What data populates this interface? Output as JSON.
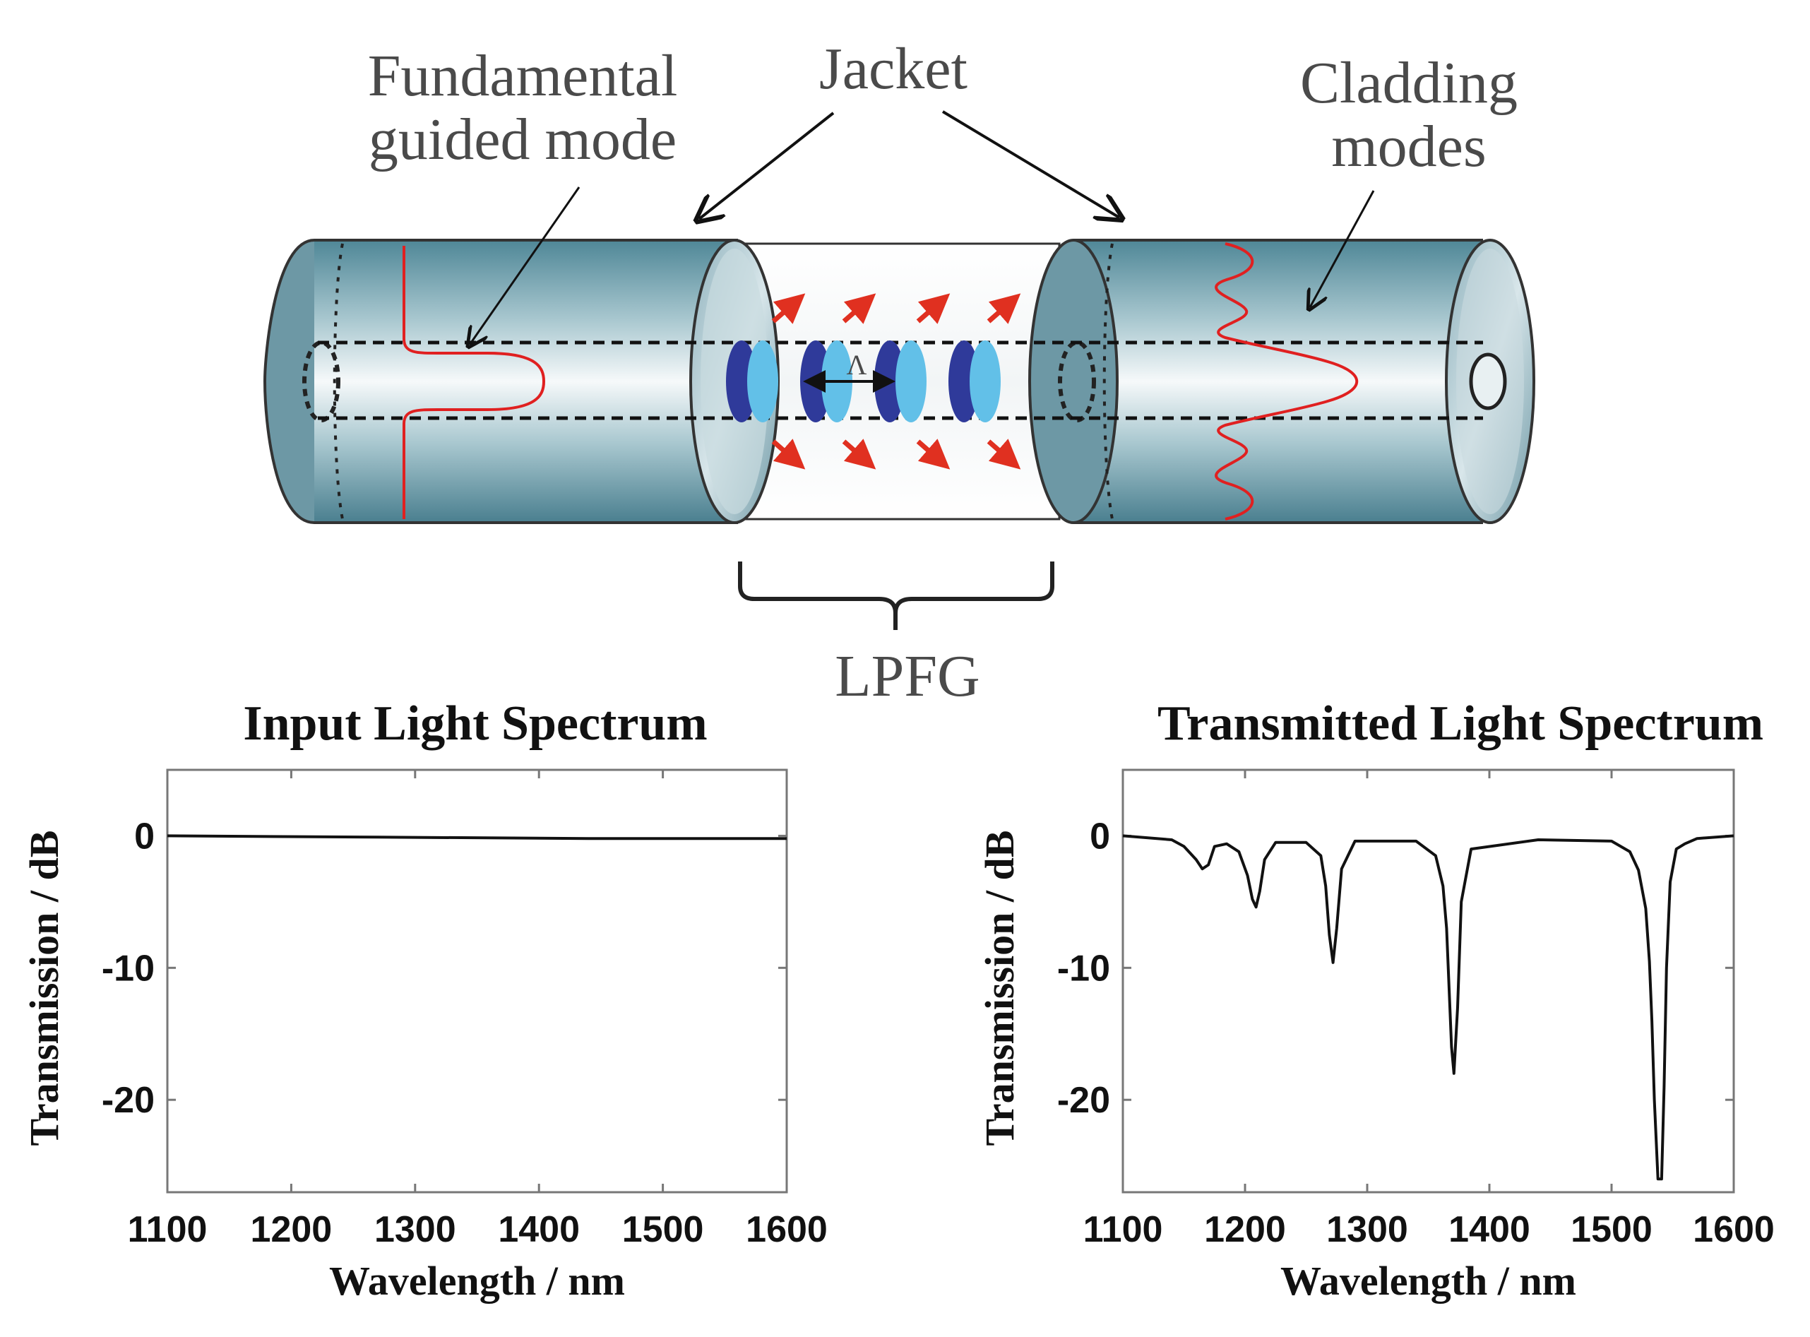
{
  "diagram": {
    "labels": {
      "fundamental_line1": "Fundamental",
      "fundamental_line2": "guided mode",
      "jacket": "Jacket",
      "cladding_line1": "Cladding",
      "cladding_line2": "modes",
      "lpfg": "LPFG",
      "period": "Λ"
    },
    "colors": {
      "tube_fill": "#5f95a5",
      "core_highlight": "#f4f7f8",
      "mode_curve": "#e02020",
      "arrow_red": "#e03020",
      "grating_dark": "#2f3a9a",
      "grating_light": "#62c0e8"
    },
    "icons": [
      "fiber-jacket-left",
      "fiber-jacket-right",
      "exposed-fiber",
      "grating-disks",
      "scatter-arrows"
    ]
  },
  "chart_data": [
    {
      "type": "line",
      "title": "Input Light Spectrum",
      "xlabel": "Wavelength / nm",
      "ylabel": "Transmission / dB",
      "xlim": [
        1100,
        1600
      ],
      "ylim": [
        -27,
        5
      ],
      "xticks": [
        "1100",
        "1200",
        "1300",
        "1400",
        "1500",
        "1600"
      ],
      "yticks": [
        "0",
        "-10",
        "-20"
      ],
      "ytick_values": [
        0,
        -10,
        -20
      ],
      "xtick_values": [
        1100,
        1200,
        1300,
        1400,
        1500,
        1600
      ],
      "series": [
        {
          "x": [
            1100,
            1270,
            1440,
            1600
          ],
          "y": [
            0,
            -0.1,
            -0.2,
            -0.2
          ]
        }
      ]
    },
    {
      "type": "line",
      "title": "Transmitted Light Spectrum",
      "xlabel": "Wavelength / nm",
      "ylabel": "Transmission / dB",
      "xlim": [
        1100,
        1600
      ],
      "ylim": [
        -27,
        5
      ],
      "xticks": [
        "1100",
        "1200",
        "1300",
        "1400",
        "1500",
        "1600"
      ],
      "yticks": [
        "0",
        "-10",
        "-20"
      ],
      "ytick_values": [
        0,
        -10,
        -20
      ],
      "xtick_values": [
        1100,
        1200,
        1300,
        1400,
        1500,
        1600
      ],
      "series": [
        {
          "x": [
            1100,
            1140,
            1150,
            1160,
            1165,
            1170,
            1175,
            1185,
            1195,
            1202,
            1206,
            1209,
            1212,
            1216,
            1225,
            1250,
            1262,
            1266,
            1269,
            1272,
            1275,
            1279,
            1290,
            1340,
            1356,
            1362,
            1365,
            1367,
            1369,
            1371,
            1374,
            1377,
            1385,
            1440,
            1500,
            1515,
            1522,
            1528,
            1531,
            1533,
            1535,
            1538,
            1541,
            1543,
            1545,
            1548,
            1553,
            1560,
            1570,
            1600
          ],
          "y": [
            0,
            -0.3,
            -0.8,
            -1.8,
            -2.5,
            -2.2,
            -0.8,
            -0.6,
            -1.2,
            -3.0,
            -4.8,
            -5.4,
            -4.2,
            -1.8,
            -0.5,
            -0.5,
            -1.5,
            -3.8,
            -7.5,
            -9.6,
            -7.0,
            -2.5,
            -0.4,
            -0.4,
            -1.5,
            -3.8,
            -7.0,
            -11.5,
            -16.0,
            -18.0,
            -13.0,
            -5.0,
            -1.0,
            -0.3,
            -0.4,
            -1.2,
            -2.6,
            -5.5,
            -9.5,
            -14.0,
            -20.0,
            -26.0,
            -26.0,
            -19.0,
            -10.0,
            -3.5,
            -1.0,
            -0.6,
            -0.2,
            0
          ]
        }
      ]
    }
  ]
}
